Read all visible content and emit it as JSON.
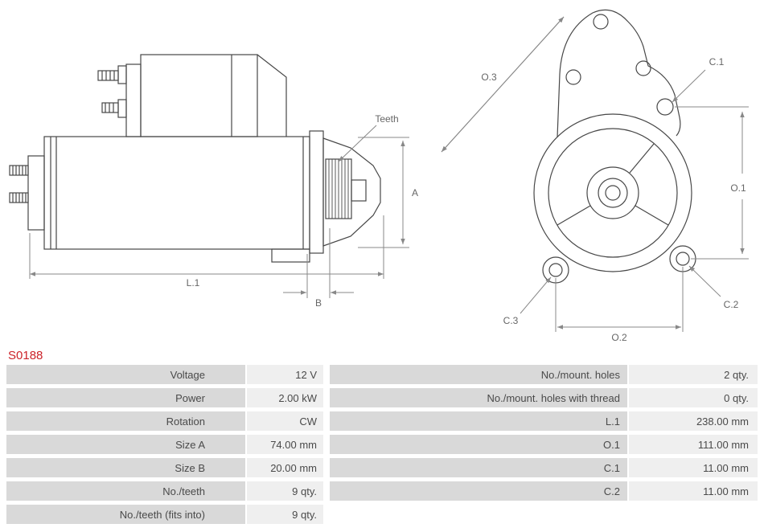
{
  "part_number": "S0188",
  "colors": {
    "part_number_red": "#cc2229",
    "label_cell_bg": "#d9d9d9",
    "value_cell_bg": "#efefef",
    "drawing_line": "#474747",
    "dimension_line": "#888888",
    "text": "#4a4a4a"
  },
  "diagram": {
    "side_view_labels": {
      "teeth": "Teeth",
      "a": "A",
      "l1": "L.1",
      "b": "B"
    },
    "front_view_labels": {
      "o3": "O.3",
      "c1": "C.1",
      "o1": "O.1",
      "c3": "C.3",
      "o2": "O.2",
      "c2": "C.2"
    }
  },
  "specs": {
    "left": [
      {
        "label": "Voltage",
        "value": "12 V"
      },
      {
        "label": "Power",
        "value": "2.00 kW"
      },
      {
        "label": "Rotation",
        "value": "CW"
      },
      {
        "label": "Size A",
        "value": "74.00 mm"
      },
      {
        "label": "Size B",
        "value": "20.00 mm"
      },
      {
        "label": "No./teeth",
        "value": "9 qty."
      },
      {
        "label": "No./teeth (fits into)",
        "value": "9 qty."
      }
    ],
    "right": [
      {
        "label": "No./mount. holes",
        "value": "2 qty."
      },
      {
        "label": "No./mount. holes with thread",
        "value": "0 qty."
      },
      {
        "label": "L.1",
        "value": "238.00 mm"
      },
      {
        "label": "O.1",
        "value": "111.00 mm"
      },
      {
        "label": "C.1",
        "value": "11.00 mm"
      },
      {
        "label": "C.2",
        "value": "11.00 mm"
      }
    ]
  }
}
